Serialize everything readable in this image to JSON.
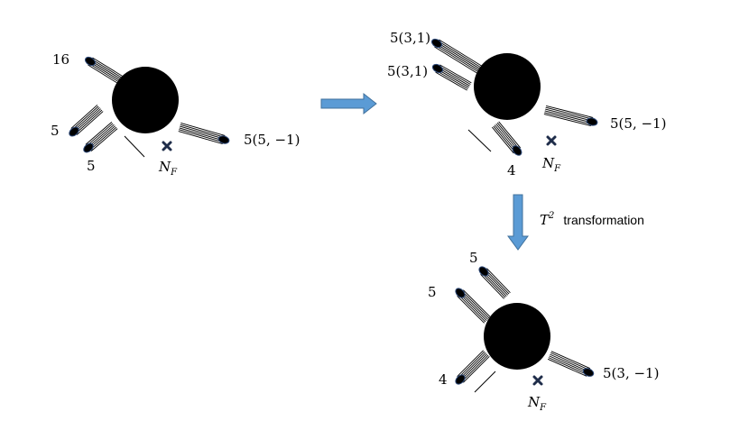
{
  "colors": {
    "ink": "#000000",
    "arrow_fill": "#5b9bd5",
    "arrow_stroke": "#41719c"
  },
  "icons": [
    "brane-disk",
    "string-bundle",
    "cross-mark",
    "flow-arrow"
  ],
  "diagram1": {
    "label_16": "16",
    "label_5_left": "5",
    "label_5_bottom": "5",
    "label_5_5_m1": "5(5, −1)",
    "nf_main": "N",
    "nf_sub": "F"
  },
  "diagram2": {
    "label_5_3_1_a": "5(3,1)",
    "label_5_3_1_b": "5(3,1)",
    "label_5_5_m1": "5(5, −1)",
    "label_4": "4",
    "nf_main": "N",
    "nf_sub": "F"
  },
  "transform": {
    "symbol": "T",
    "power": "2",
    "text": "transformation"
  },
  "diagram3": {
    "label_5_top": "5",
    "label_5_left": "5",
    "label_4": "4",
    "label_5_3_m1": "5(3, −1)",
    "nf_main": "N",
    "nf_sub": "F"
  }
}
